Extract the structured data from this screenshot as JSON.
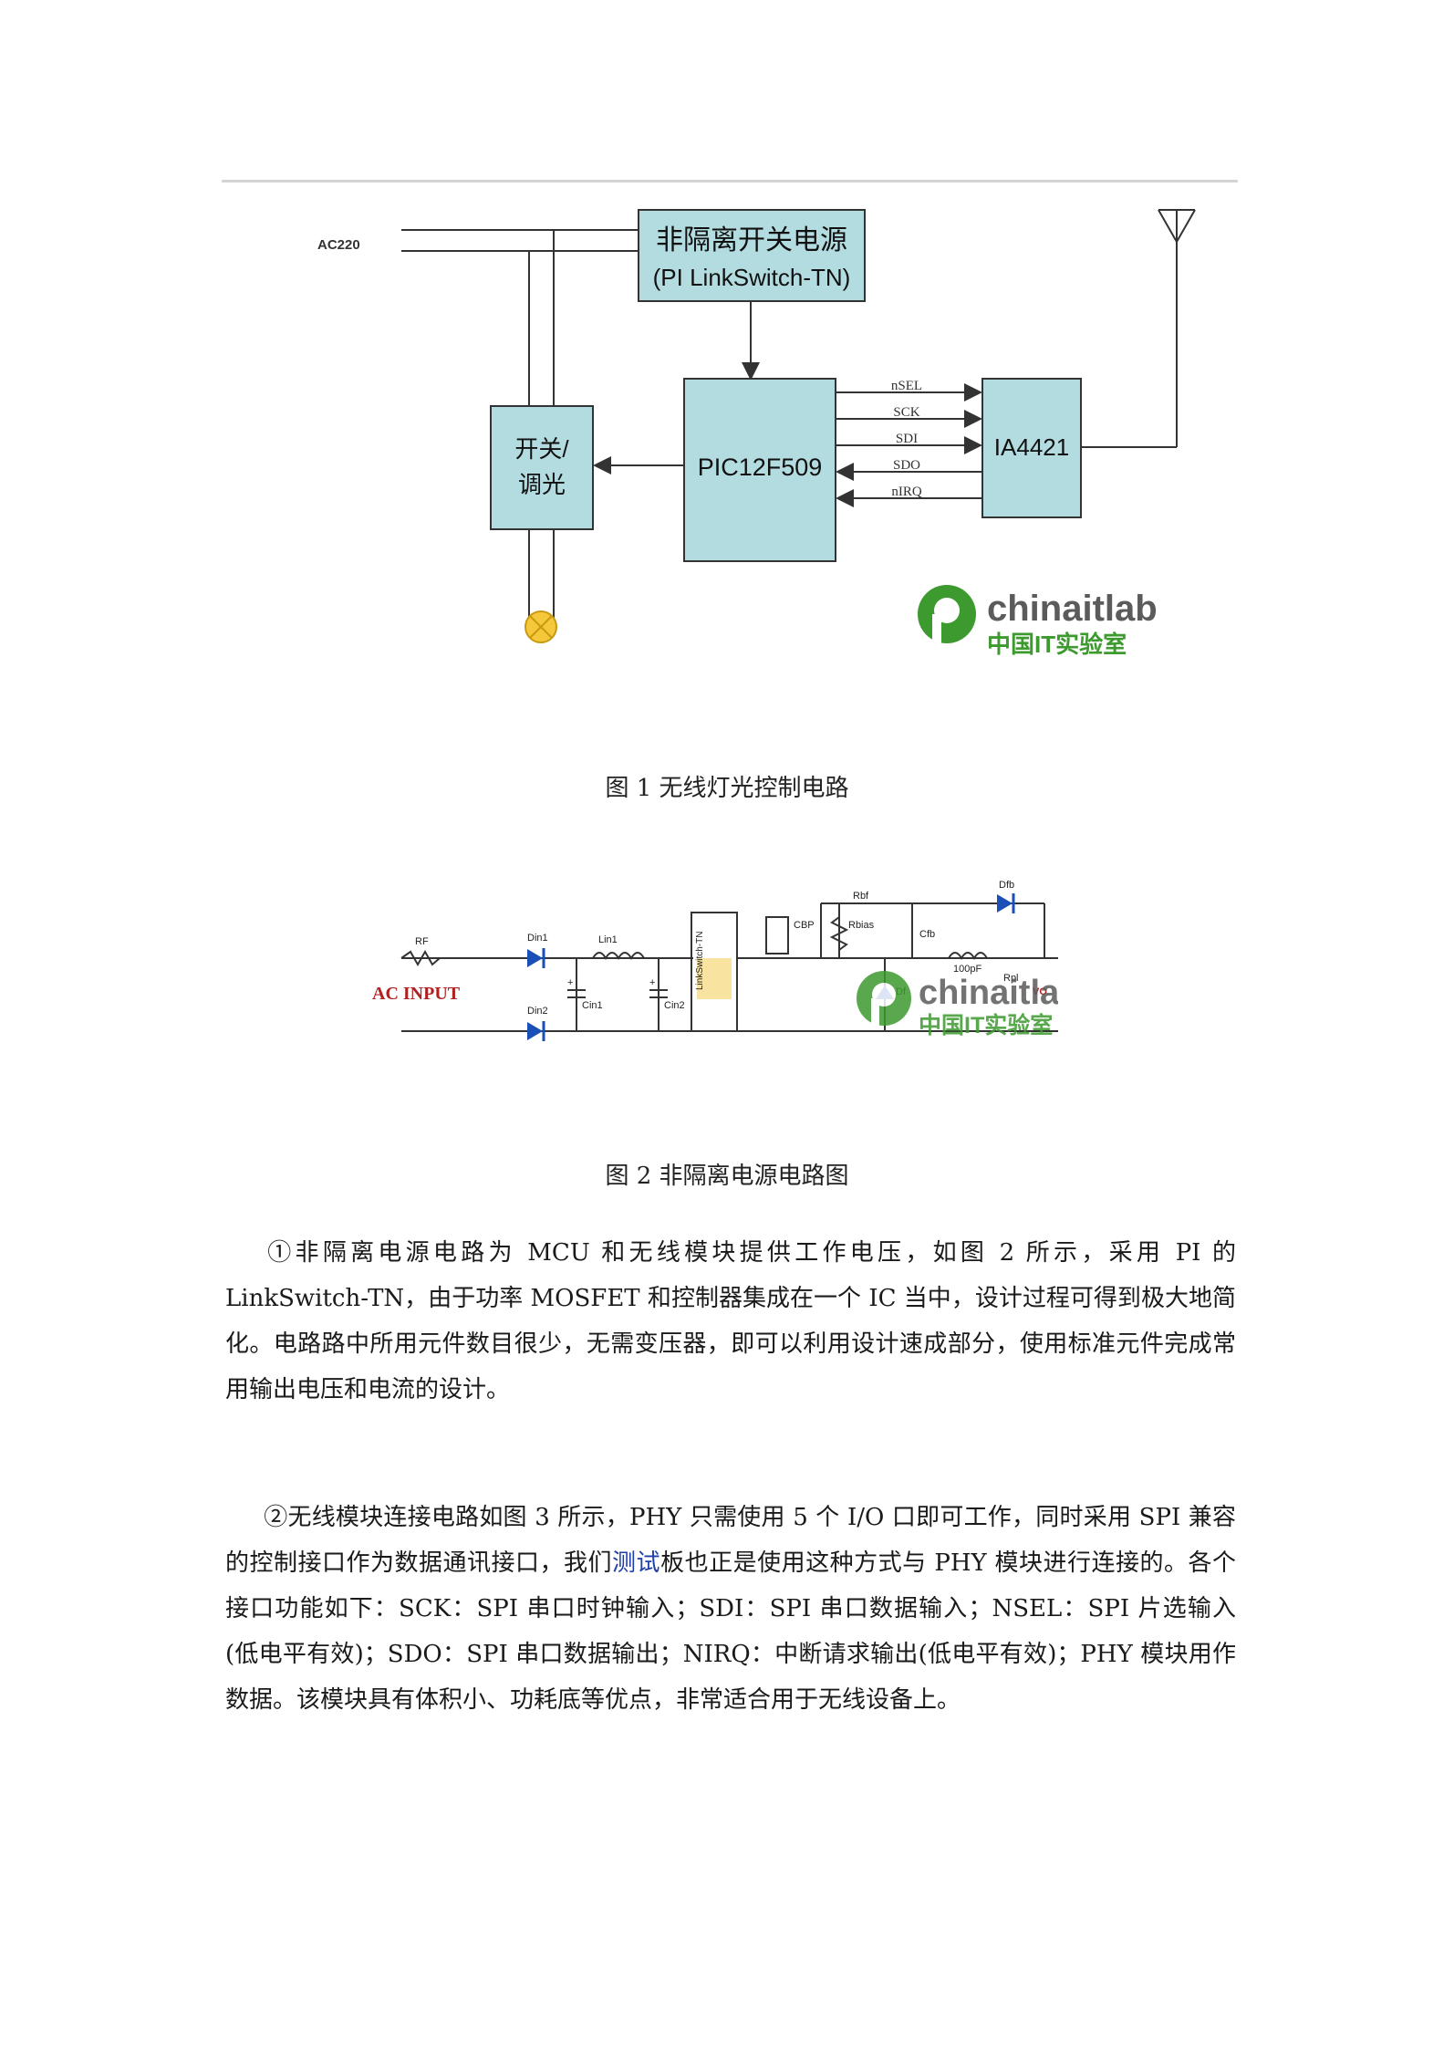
{
  "figure1": {
    "ac_label": "AC220",
    "psu_line1": "非隔离开关电源",
    "psu_line2": "(PI LinkSwitch-TN)",
    "mcu_label": "PIC12F509",
    "rf_label": "IA4421",
    "switch_line1": "开关/",
    "switch_line2": "调光",
    "signals": [
      "nSEL",
      "SCK",
      "SDI",
      "SDO",
      "nIRQ"
    ],
    "watermark_brand": "chinaitlab",
    "watermark_cn": "中国IT实验室",
    "caption": "图 1   无线灯光控制电路"
  },
  "figure2": {
    "labels": {
      "rf": "RF",
      "ac_input": "AC INPUT",
      "din1": "Din1",
      "din2": "Din2",
      "lin1": "Lin1",
      "cin1": "Cin1",
      "cin2": "Cin2",
      "ic": "LinkSwitch-TN",
      "cbp": "CBP",
      "rbias": "Rbias",
      "rbf": "Rbf",
      "dfb": "Dfb",
      "cfb": "Cfb",
      "cap_value": "100pF",
      "df": "Df",
      "rpl": "Rpl",
      "vo": "VO",
      "plus": "+"
    },
    "watermark_brand": "chinaitlab",
    "watermark_cn": "中国IT实验室",
    "caption": "图 2   非隔离电源电路图"
  },
  "paragraph1": {
    "text": "①非隔离电源电路为 MCU 和无线模块提供工作电压，如图 2 所示，采用 PI 的 LinkSwitch-TN，由于功率 MOSFET 和控制器集成在一个 IC 当中，设计过程可得到极大地简化。电路路中所用元件数目很少，无需变压器，即可以利用设计速成部分，使用标准元件完成常用输出电压和电流的设计。"
  },
  "paragraph2": {
    "before_link": "②无线模块连接电路如图 3 所示，PHY 只需使用 5 个 I/O 口即可工作，同时采用 SPI 兼容的控制接口作为数据通讯接口，我们",
    "link_text": "测试",
    "after_link": "板也正是使用这种方式与 PHY 模块进行连接的。各个接口功能如下：SCK：SPI 串口时钟输入；SDI：SPI 串口数据输入；NSEL：SPI 片选输入(低电平有效)；SDO：SPI 串口数据输出；NIRQ：中断请求输出(低电平有效)；PHY 模块用作数据。该模块具有体积小、功耗底等优点，非常适合用于无线设备上。"
  },
  "colors": {
    "block_fill": "#b3dce0",
    "line": "#333333",
    "lamp": "#f5c83c",
    "watermark_green": "#3d9a2e",
    "watermark_gray": "#5b5b5b",
    "link": "#1f3fa8",
    "diode": "#1a4fb8",
    "ac_input": "#b02020"
  }
}
